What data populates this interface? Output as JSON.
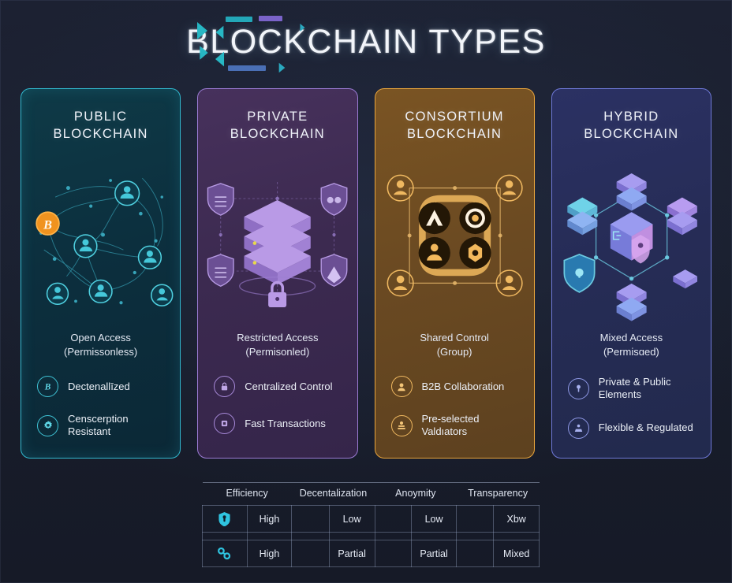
{
  "header": {
    "title": "BLOCKCHAIN TYPES",
    "deco_colors": [
      "#27b7c4",
      "#2aa8bf",
      "#7a63c9",
      "#4a6fb5"
    ]
  },
  "cards": [
    {
      "id": "public",
      "title_line1": "PUBLIC",
      "title_line2": "BLOCKCHAIN",
      "accent": "#31b9cf",
      "subtitle_line1": "Open Access",
      "subtitle_line2": "(Permissonless)",
      "artwork": "peer-to-peer-network-illustration",
      "features": [
        {
          "icon": "bitcoin-icon",
          "glyph": "₿",
          "label": "Dectenallīzed"
        },
        {
          "icon": "gear-icon",
          "glyph": "⚙",
          "label": "Censcerption Resistant"
        }
      ]
    },
    {
      "id": "private",
      "title_line1": "PRIVATE",
      "title_line2": "BLOCKCHAIN",
      "accent": "#9b7bd4",
      "subtitle_line1": "Restricted Access",
      "subtitle_line2": "(Permisonled)",
      "artwork": "server-stack-shields-padlock-illustration",
      "features": [
        {
          "icon": "lock-icon",
          "glyph": "ὑ2",
          "label": "Centralized Control"
        },
        {
          "icon": "document-icon",
          "glyph": "▣",
          "label": "Fast Transactions"
        }
      ]
    },
    {
      "id": "consortium",
      "title_line1": "CONSORTIUM",
      "title_line2": "BLOCKCHAIN",
      "accent": "#e9a53c",
      "subtitle_line1": "Shared Control",
      "subtitle_line2": "(Group)",
      "artwork": "four-organizations-linked-frame-illustration",
      "features": [
        {
          "icon": "person-icon",
          "glyph": "●",
          "label": "B2B Collaboration"
        },
        {
          "icon": "validator-icon",
          "glyph": "●",
          "label": "Pre-selected Valdıators"
        }
      ]
    },
    {
      "id": "hybrid",
      "title_line1": "HYBRID",
      "title_line2": "BLOCKCHAIN",
      "accent": "#6f79d8",
      "subtitle_line1": "Mixed Access",
      "subtitle_line2": "(Permisɑed)",
      "artwork": "isometric-cubes-hexagon-shield-illustration",
      "features": [
        {
          "icon": "key-icon",
          "glyph": "❙",
          "label": "Private & Public Elements"
        },
        {
          "icon": "balance-icon",
          "glyph": "▲",
          "label": "Flexible & Regulated"
        }
      ]
    }
  ],
  "comparison_table": {
    "columns": [
      "Efficiency",
      "Decentalization",
      "Anoymity",
      "Transparency"
    ],
    "rows": [
      {
        "icon": "shield-icon",
        "values": [
          "High",
          "Low",
          "Low",
          "Xbw"
        ]
      },
      {
        "icon": "nodes-icon",
        "values": [
          "High",
          "Partial",
          "Partial",
          "Mixed"
        ]
      }
    ],
    "icon_color": "#2fc4e0"
  }
}
